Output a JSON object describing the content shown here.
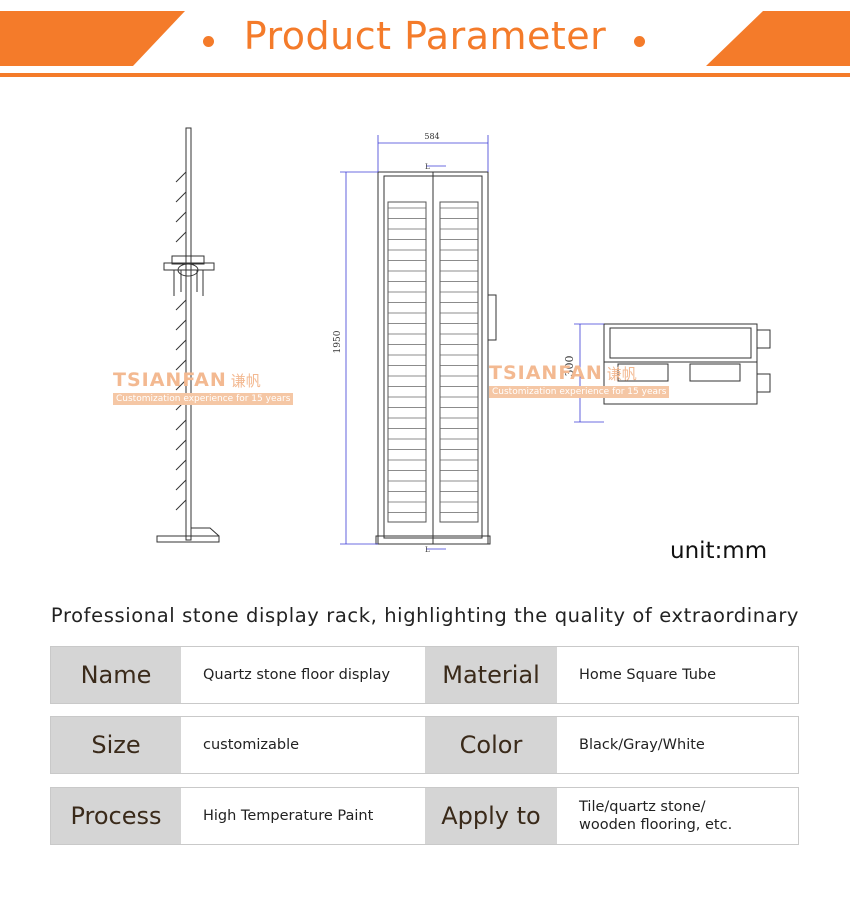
{
  "header": {
    "title": "Product Parameter"
  },
  "drawing": {
    "width_label": "584",
    "height_label": "1950",
    "depth_label": "300",
    "section_mark": "L"
  },
  "watermark": {
    "brand": "TSIANFAN",
    "brand_cn": "谦帆",
    "tagline": "Customization experience for 15 years"
  },
  "unit_label": "unit:mm",
  "subtitle": "Professional stone display rack, highlighting the quality of extraordinary",
  "specs": [
    {
      "label1": "Name",
      "value1": "Quartz stone floor display",
      "label2": "Material",
      "value2": "Home Square Tube"
    },
    {
      "label1": "Size",
      "value1": "customizable",
      "label2": "Color",
      "value2": "Black/Gray/White"
    },
    {
      "label1": "Process",
      "value1": "High Temperature Paint",
      "label2": "Apply to",
      "value2": "Tile/quartz stone/\nwooden flooring, etc."
    }
  ],
  "colors": {
    "accent": "#f47b2a",
    "label_bg": "#d5d5d5",
    "dimension_line": "#3b3bd6"
  }
}
